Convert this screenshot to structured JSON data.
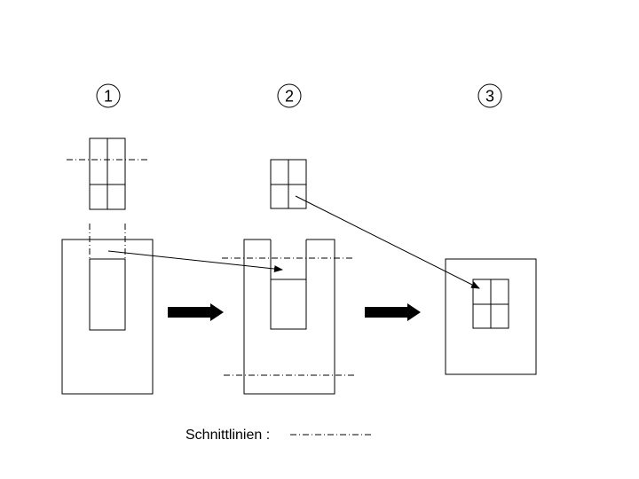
{
  "steps": [
    {
      "number": "1"
    },
    {
      "number": "2"
    },
    {
      "number": "3"
    }
  ],
  "legend": {
    "label": "Schnittlinien :"
  }
}
